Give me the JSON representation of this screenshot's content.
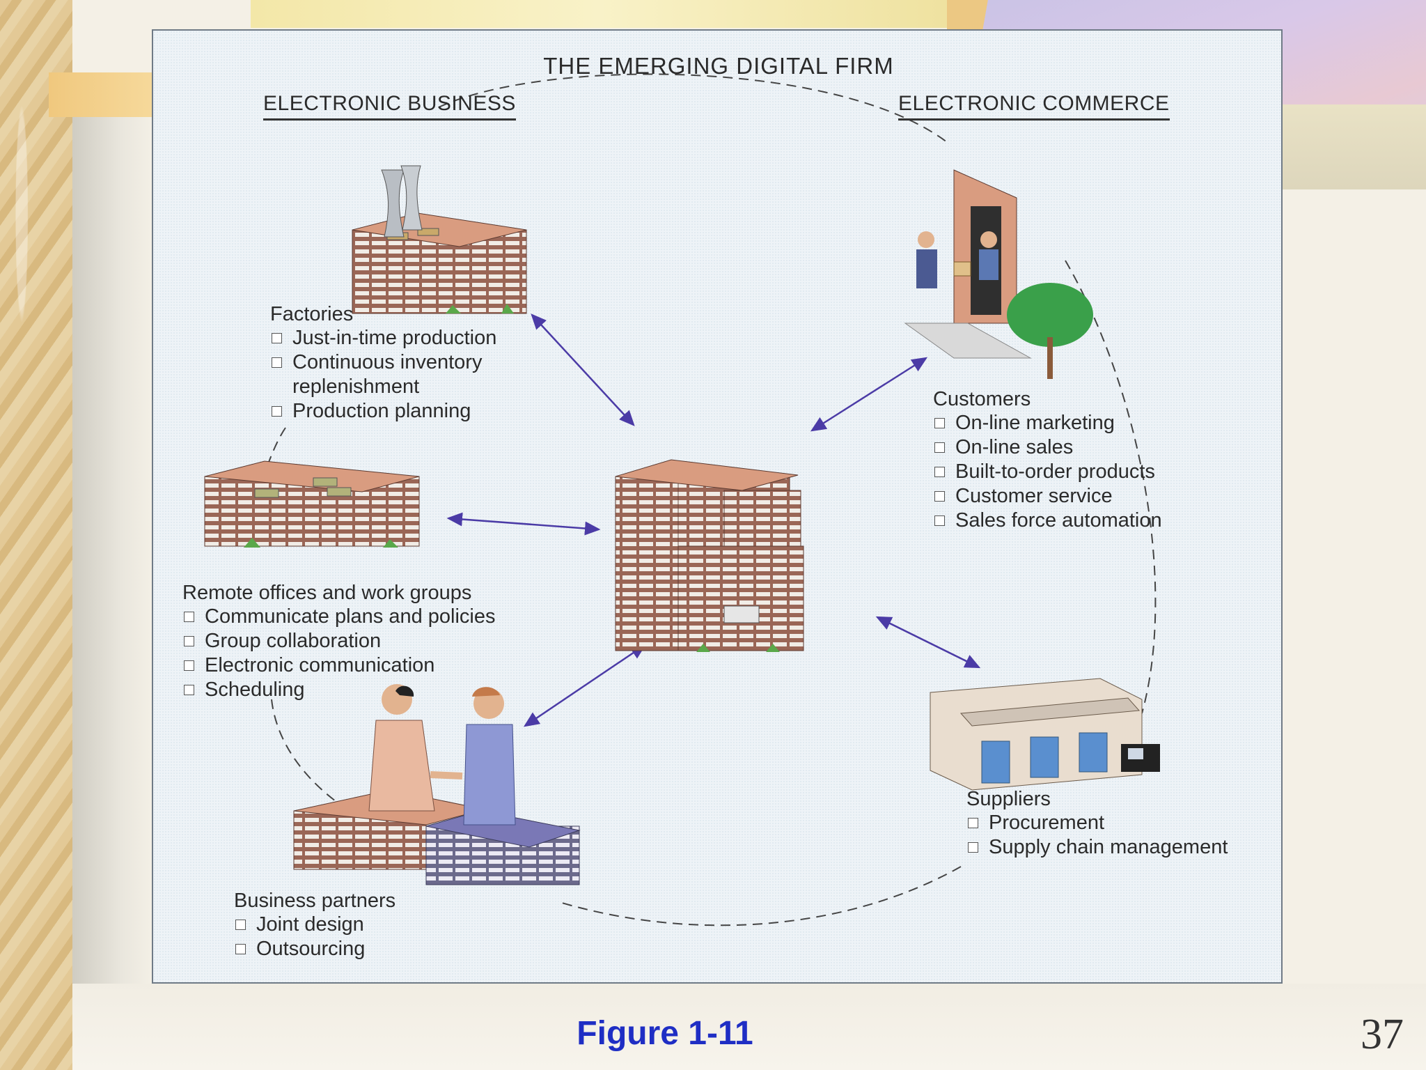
{
  "figure": {
    "title": "THE EMERGING DIGITAL FIRM",
    "left_section": "ELECTRONIC BUSINESS",
    "right_section": "ELECTRONIC COMMERCE",
    "groups": {
      "factories": {
        "title": "Factories",
        "items": [
          "Just-in-time production",
          "Continuous inventory\nreplenishment",
          "Production planning"
        ]
      },
      "remote_offices": {
        "title": "Remote offices and work groups",
        "items": [
          "Communicate plans and policies",
          "Group collaboration",
          "Electronic communication",
          "Scheduling"
        ]
      },
      "customers": {
        "title": "Customers",
        "items": [
          "On-line marketing",
          "On-line sales",
          "Built-to-order products",
          "Customer service",
          "Sales force automation"
        ]
      },
      "business_partners": {
        "title": "Business partners",
        "items": [
          "Joint design",
          "Outsourcing"
        ]
      },
      "suppliers": {
        "title": "Suppliers",
        "items": [
          "Procurement",
          "Supply chain management"
        ]
      }
    }
  },
  "caption": "Figure 1-11",
  "slide_number": "37",
  "colors": {
    "arrow": "#4b3ba6",
    "brick": "#8a5a4a",
    "roof": "#d99c80",
    "caption": "#1f2ec4"
  }
}
